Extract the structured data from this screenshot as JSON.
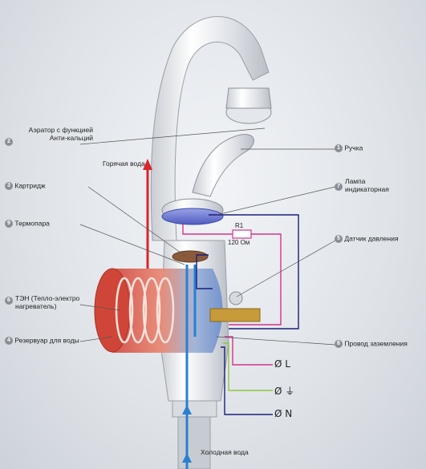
{
  "labels": {
    "aerator": {
      "number": "2",
      "text": "Аэратор с функцией\nАнти-кальций"
    },
    "handle": {
      "number": "1",
      "text": "Ручка"
    },
    "cartridge": {
      "number": "3",
      "text": "Картридж"
    },
    "lamp": {
      "number": "7",
      "text": "Лампа\nиндикаторная"
    },
    "thermocouple": {
      "number": "9",
      "text": "Термопара"
    },
    "pressure_sensor": {
      "number": "5",
      "text": "Датчик давления"
    },
    "heater": {
      "number": "6",
      "text": "ТЭН (Тепло-электро\nнагреватель)"
    },
    "reservoir": {
      "number": "4",
      "text": "Резервуар для воды"
    },
    "ground_wire": {
      "number": "8",
      "text": "Провод заземления"
    }
  },
  "flows": {
    "hot_water": "Горячая вода",
    "cold_water": "Холодная вода"
  },
  "resistor": {
    "name": "R1",
    "value": "120 Ом"
  },
  "terminals": {
    "live": "L",
    "ground": "⏚",
    "neutral": "N",
    "prefix": "Ø"
  },
  "colors": {
    "hot": "#d8262c",
    "cold": "#2a7fd0",
    "wire_magenta": "#d6338c",
    "wire_navy": "#1b1f7a",
    "wire_green": "#8cc63f",
    "chrome": "#eef0f3"
  }
}
